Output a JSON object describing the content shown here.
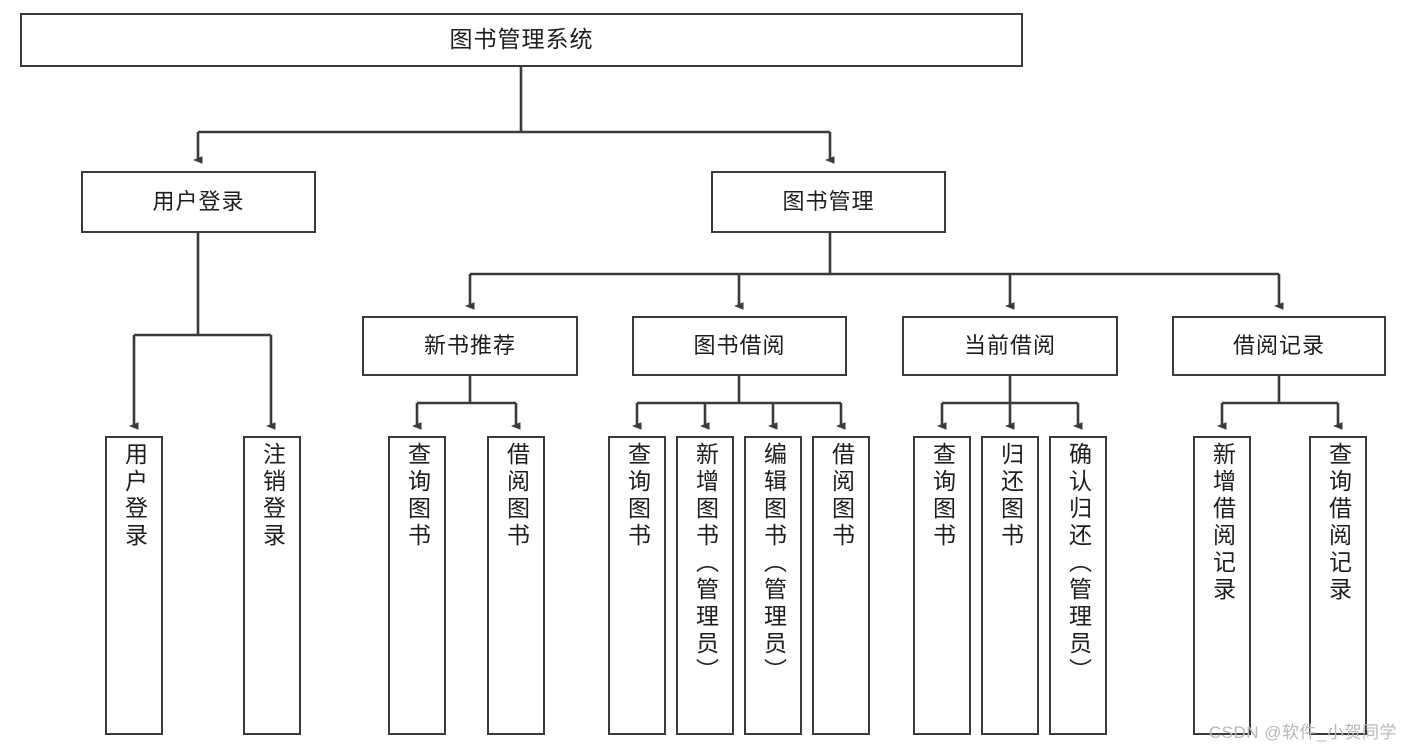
{
  "diagram": {
    "title": "图书管理系统",
    "type": "tree",
    "orientation": "top-down",
    "line_color": "#3a3a3a",
    "box_fill": "#ffffff",
    "text_color": "#1d1d1d"
  },
  "nodes": {
    "root": {
      "label": "图书管理系统",
      "level": 1
    },
    "level2": [
      {
        "id": "user-login",
        "label": "用户登录"
      },
      {
        "id": "book-manage",
        "label": "图书管理"
      }
    ],
    "level3": [
      {
        "id": "new-book-recommend",
        "label": "新书推荐",
        "parent": "book-manage"
      },
      {
        "id": "book-borrow",
        "label": "图书借阅",
        "parent": "book-manage"
      },
      {
        "id": "current-borrow",
        "label": "当前借阅",
        "parent": "book-manage"
      },
      {
        "id": "borrow-record",
        "label": "借阅记录",
        "parent": "book-manage"
      }
    ],
    "leaves": [
      {
        "id": "leaf-user-login",
        "label": "用户登录",
        "parent": "user-login"
      },
      {
        "id": "leaf-logout-login",
        "label": "注销登录",
        "parent": "user-login"
      },
      {
        "id": "leaf-query-book-1",
        "label": "查询图书",
        "parent": "new-book-recommend"
      },
      {
        "id": "leaf-borrow-book-1",
        "label": "借阅图书",
        "parent": "new-book-recommend"
      },
      {
        "id": "leaf-query-book-2",
        "label": "查询图书",
        "parent": "book-borrow"
      },
      {
        "id": "leaf-add-book-admin",
        "label": "新增图书（管理员）",
        "parent": "book-borrow"
      },
      {
        "id": "leaf-edit-book-admin",
        "label": "编辑图书（管理员）",
        "parent": "book-borrow"
      },
      {
        "id": "leaf-borrow-book-2",
        "label": "借阅图书",
        "parent": "book-borrow"
      },
      {
        "id": "leaf-query-book-3",
        "label": "查询图书",
        "parent": "current-borrow"
      },
      {
        "id": "leaf-return-book",
        "label": "归还图书",
        "parent": "current-borrow"
      },
      {
        "id": "leaf-confirm-return-admin",
        "label": "确认归还（管理员）",
        "parent": "current-borrow"
      },
      {
        "id": "leaf-add-borrow-record",
        "label": "新增借阅记录",
        "parent": "borrow-record"
      },
      {
        "id": "leaf-query-borrow-record",
        "label": "查询借阅记录",
        "parent": "borrow-record"
      }
    ]
  },
  "watermark": {
    "text": "CSDN @软件_小贺同学",
    "color": "#b8b8b8"
  }
}
